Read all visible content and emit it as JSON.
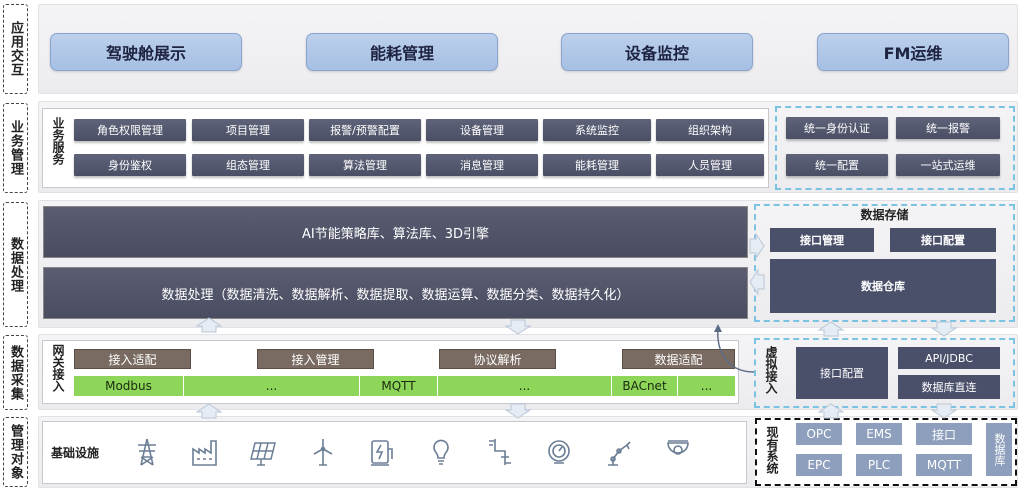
{
  "side_labels": [
    "应用交互",
    "业务管理",
    "数据处理",
    "数据采集",
    "管理对象"
  ],
  "app_layer": [
    "驾驶舱展示",
    "能耗管理",
    "设备监控",
    "FM运维"
  ],
  "biz": {
    "title": "业务服务",
    "row1": [
      "角色权限管理",
      "项目管理",
      "报警/预警配置",
      "设备管理",
      "系统监控",
      "组织架构"
    ],
    "row2": [
      "身份鉴权",
      "组态管理",
      "算法管理",
      "消息管理",
      "能耗管理",
      "人员管理"
    ],
    "unified": [
      "统一身份认证",
      "统一报警",
      "统一配置",
      "一站式运维"
    ]
  },
  "processing": {
    "ai": "AI节能策略库、算法库、3D引擎",
    "data": "数据处理（数据清洗、数据解析、数据提取、数据运算、数据分类、数据持久化）"
  },
  "storage": {
    "title": "数据存储",
    "iface_mgmt": "接口管理",
    "iface_cfg": "接口配置",
    "warehouse": "数据仓库"
  },
  "gateway": {
    "title": "网关接入",
    "buttons": [
      "接入适配",
      "接入管理",
      "协议解析",
      "数据适配"
    ],
    "protocols": [
      "Modbus",
      "...",
      "MQTT",
      "...",
      "BACnet",
      "..."
    ]
  },
  "virtual": {
    "title": "虚拟接入",
    "iface_cfg": "接口配置",
    "api": "API/JDBC",
    "db": "数据库直连"
  },
  "infra": {
    "title": "基础设施",
    "icons": [
      "tower-icon",
      "factory-icon",
      "solar-panel-icon",
      "wind-turbine-icon",
      "charger-icon",
      "bulb-icon",
      "pipe-icon",
      "meter-icon",
      "robot-arm-icon",
      "camera-icon"
    ]
  },
  "existing": {
    "title": "现有系统",
    "row1": [
      "OPC",
      "EMS",
      "接口"
    ],
    "row2": [
      "EPC",
      "PLC",
      "MQTT"
    ],
    "db": "数据库"
  },
  "colors": {
    "accent_blue": "#a6bfe3",
    "dark_button": "#4b4f66",
    "green": "#8ed65a",
    "brown": "#7a6b62",
    "dashed_blue": "#7cc3e3"
  }
}
